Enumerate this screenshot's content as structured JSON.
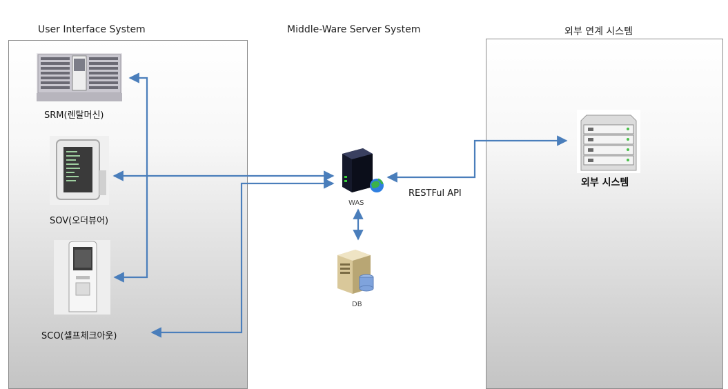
{
  "sections": {
    "ui_system": "User Interface System",
    "middleware": "Middle-Ware Server System",
    "external": "외부 연계 시스템"
  },
  "devices": {
    "srm": "SRM(렌탈머신)",
    "sov": "SOV(오더뷰어)",
    "sco": "SCO(셀프체크아웃)"
  },
  "server": {
    "was": "WAS",
    "db": "DB",
    "api": "RESTFul API"
  },
  "external_system": {
    "label": "외부 시스템"
  },
  "colors": {
    "arrow": "#4a7ebb",
    "panel_border": "#8a8a8a"
  }
}
